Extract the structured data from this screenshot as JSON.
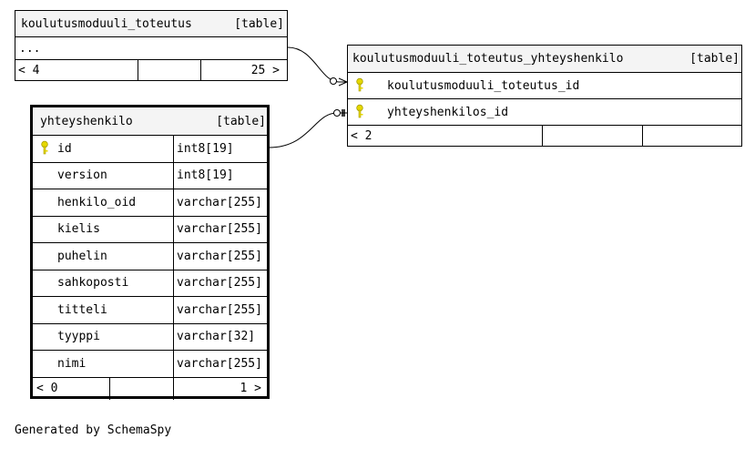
{
  "tables": {
    "toteutus": {
      "name": "koulutusmoduuli_toteutus",
      "kind": "[table]",
      "ellipsis": "...",
      "nav_left": "< 4",
      "nav_right": "25 >"
    },
    "link": {
      "name": "koulutusmoduuli_toteutus_yhteyshenkilo",
      "kind": "[table]",
      "columns": [
        {
          "name": "koulutusmoduuli_toteutus_id",
          "key": true
        },
        {
          "name": "yhteyshenkilos_id",
          "key": true
        }
      ],
      "nav_left": "< 2",
      "nav_right": ""
    },
    "yhteyshenkilo": {
      "name": "yhteyshenkilo",
      "kind": "[table]",
      "columns": [
        {
          "name": "id",
          "type": "int8[19]",
          "key": true
        },
        {
          "name": "version",
          "type": "int8[19]"
        },
        {
          "name": "henkilo_oid",
          "type": "varchar[255]"
        },
        {
          "name": "kielis",
          "type": "varchar[255]"
        },
        {
          "name": "puhelin",
          "type": "varchar[255]"
        },
        {
          "name": "sahkoposti",
          "type": "varchar[255]"
        },
        {
          "name": "titteli",
          "type": "varchar[255]"
        },
        {
          "name": "tyyppi",
          "type": "varchar[32]"
        },
        {
          "name": "nimi",
          "type": "varchar[255]"
        }
      ],
      "nav_left": "< 0",
      "nav_right": "1 >"
    }
  },
  "colors": {
    "key_icon": "#e6d800",
    "header_bg": "#f4f4f4"
  },
  "footer": "Generated by SchemaSpy"
}
